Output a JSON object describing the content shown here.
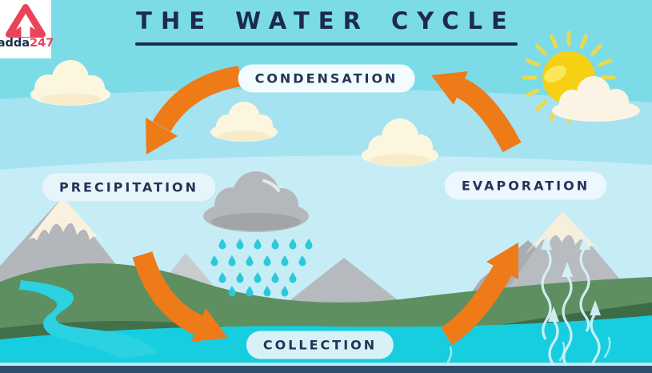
{
  "logo": {
    "brand": "adda",
    "brand_number": "247"
  },
  "title": {
    "text": "THE WATER CYCLE"
  },
  "stages": {
    "condensation": "CONDENSATION",
    "precipitation": "PRECIPITATION",
    "evaporation": "EVAPORATION",
    "collection": "COLLECTION"
  },
  "cycle_order": [
    "EVAPORATION",
    "CONDENSATION",
    "PRECIPITATION",
    "COLLECTION"
  ],
  "colors": {
    "sky_top": "#7BDCE7",
    "sky_mid": "#A5E3F1",
    "sky_low": "#C6EDF6",
    "water": "#16CEDF",
    "river": "#2BD2E1",
    "arrow_orange": "#EE7A18",
    "sun_yellow": "#F6D013",
    "ray_yellow": "#E9D94F",
    "cloud_cream": "#FDF6DF",
    "cloud_shade": "#F6ECC9",
    "rain_cloud": "#B5B8BA",
    "rain_cloud_dark": "#A2A5A7",
    "raindrop": "#2CC9DB",
    "mountain_gray": "#B3B6BA",
    "mountain_light": "#C9CCCF",
    "snow": "#F7F1DE",
    "hill_green": "#5E8F60",
    "hill_dark": "#41704A",
    "ink": "#1C2B4C",
    "logo_red": "#E9445A",
    "bottom_bar": "#2E4E70",
    "evap_arrow": "#D6F1FA"
  }
}
